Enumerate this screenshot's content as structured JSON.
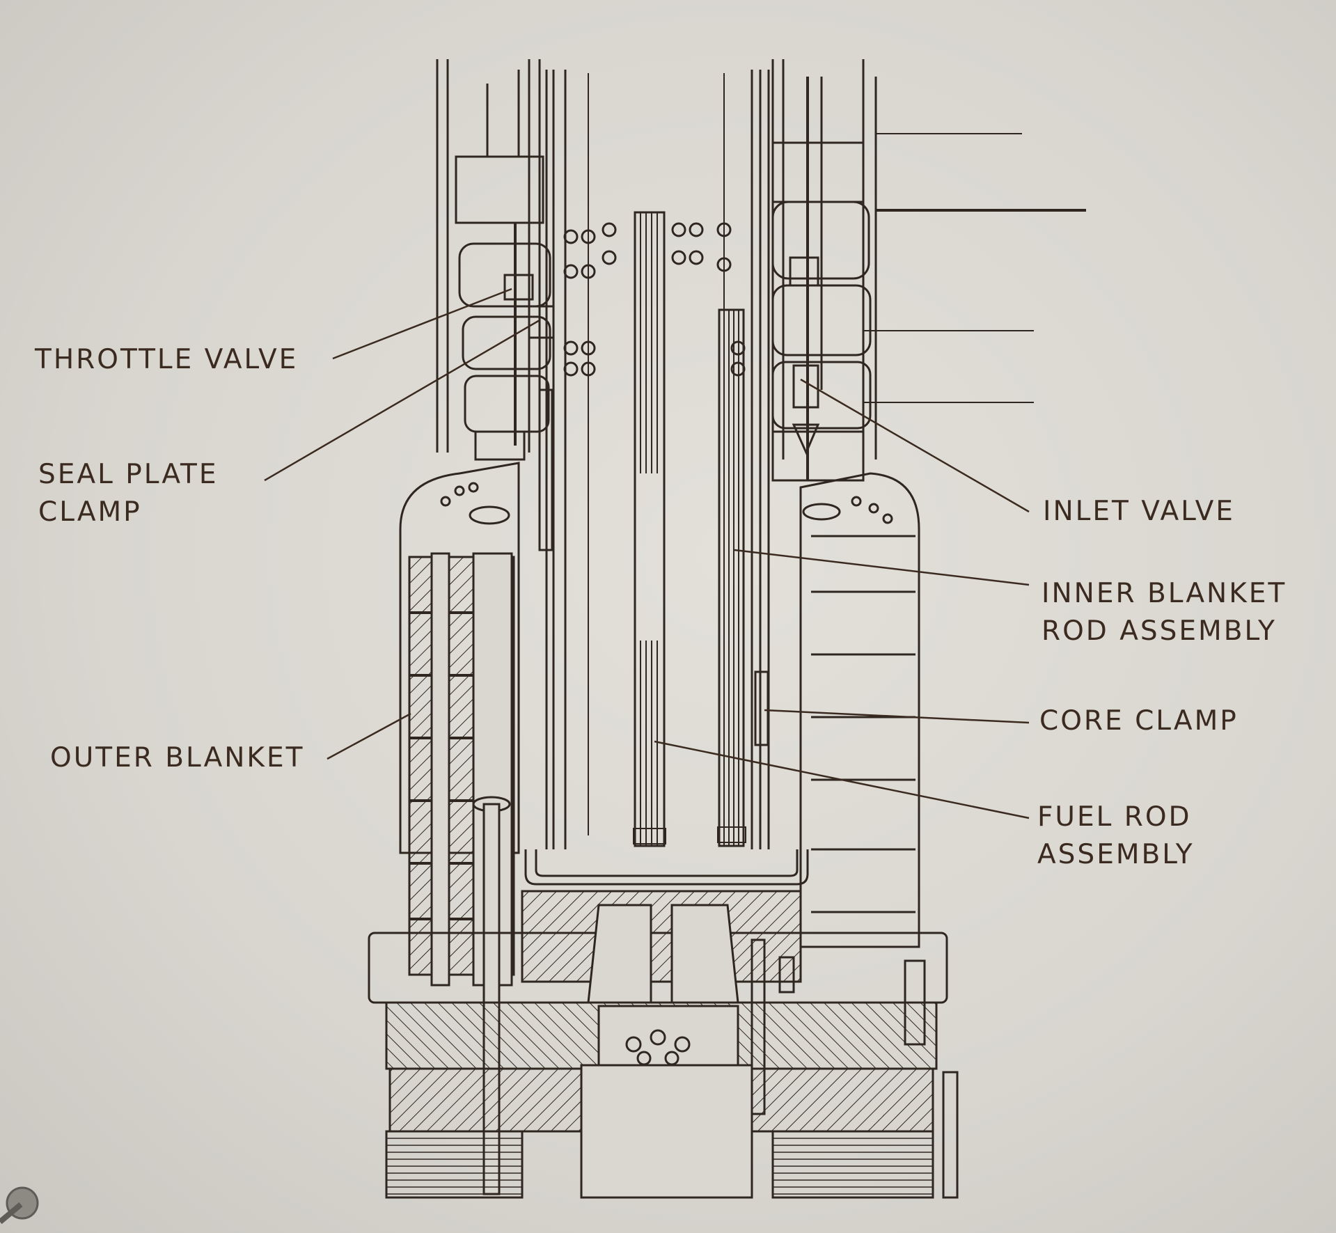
{
  "labels": {
    "throttle_valve": "THROTTLE VALVE",
    "seal_plate_clamp": "SEAL PLATE\nCLAMP",
    "outer_blanket": "OUTER BLANKET",
    "inlet_valve": "INLET VALVE",
    "inner_blanket": "INNER BLANKET\nROD ASSEMBLY",
    "core_clamp": "CORE CLAMP",
    "fuel_rod": "FUEL ROD\nASSEMBLY"
  },
  "colors": {
    "paper": "#d9d7d0",
    "ink": "#2f2620",
    "label_ink": "#3b2a20"
  }
}
